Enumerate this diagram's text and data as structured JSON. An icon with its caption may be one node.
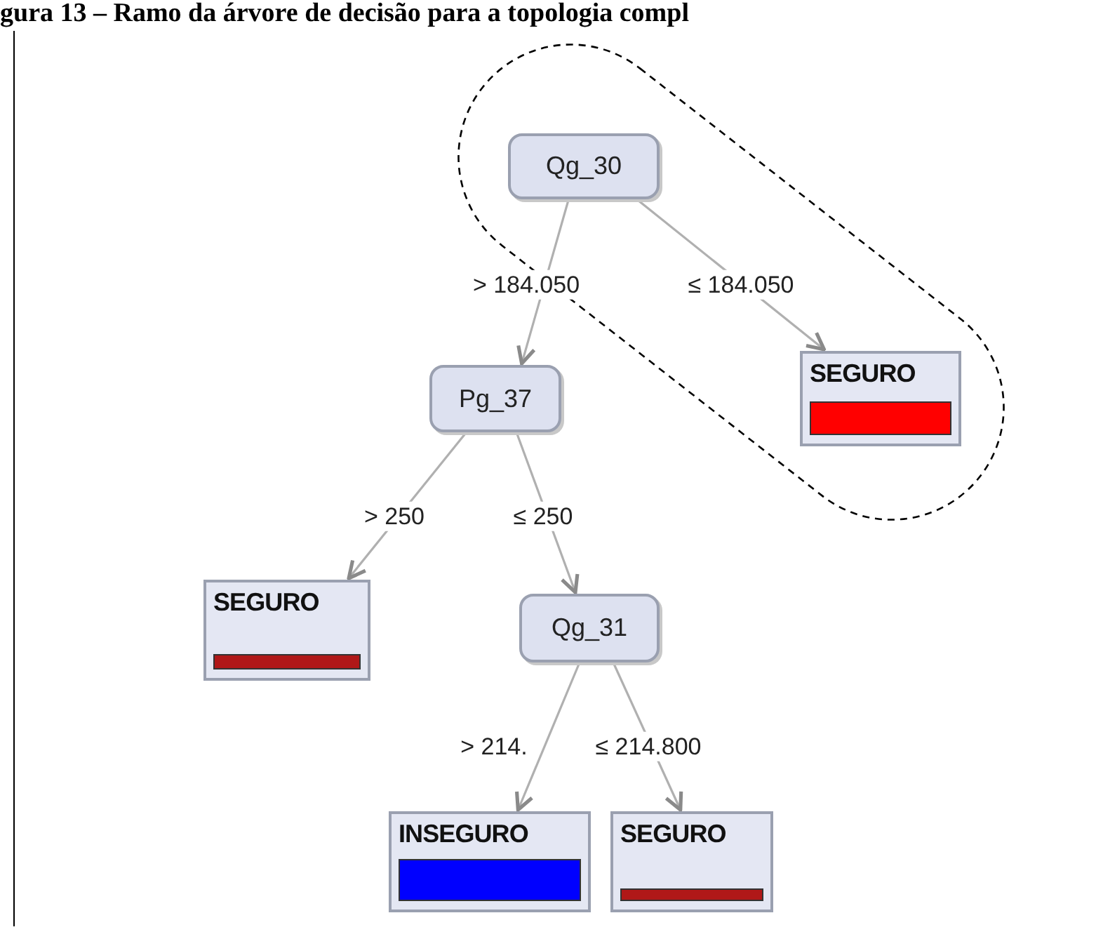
{
  "diagram": {
    "title": "gura 13 – Ramo da árvore de decisão para a topologia compl",
    "nodes": [
      {
        "text": [
          "Qg_30"
        ]
      },
      {
        "text": [
          "SEGURO"
        ]
      },
      {
        "text": [],
        "shape": "bar",
        "in": 1
      },
      {
        "text": [
          "Pg_37"
        ]
      },
      {
        "text": [
          "SEGURO"
        ]
      },
      {
        "text": [],
        "shape": "bar",
        "in": 4
      },
      {
        "text": [
          "Qg_31"
        ]
      },
      {
        "text": [
          "INSEGURO"
        ]
      },
      {
        "text": [],
        "shape": "bar",
        "in": 7
      },
      {
        "text": [
          "SEGURO"
        ]
      },
      {
        "text": [],
        "shape": "bar",
        "in": 9
      }
    ],
    "edges": [
      {
        "from": 0,
        "to": 3,
        "arrow": "to",
        "label": "> 184.050"
      },
      {
        "from": 0,
        "to": 1,
        "arrow": "to",
        "label": "≤ 184.050"
      },
      {
        "from": 3,
        "to": 4,
        "arrow": "to",
        "label": "> 250"
      },
      {
        "from": 3,
        "to": 6,
        "arrow": "to",
        "label": "≤ 250"
      },
      {
        "from": 6,
        "to": 7,
        "arrow": "to",
        "label": "> 214."
      },
      {
        "from": 6,
        "to": 9,
        "arrow": "to",
        "label": "≤ 214.800"
      }
    ]
  }
}
